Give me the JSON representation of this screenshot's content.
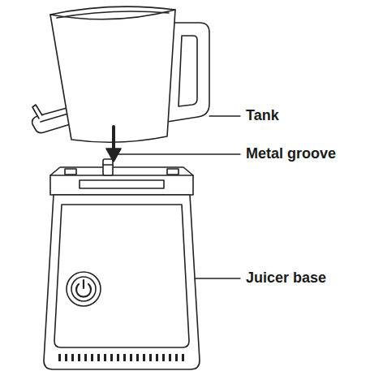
{
  "diagram": {
    "labels": [
      "Tank",
      "Metal groove",
      "Juicer base"
    ]
  }
}
